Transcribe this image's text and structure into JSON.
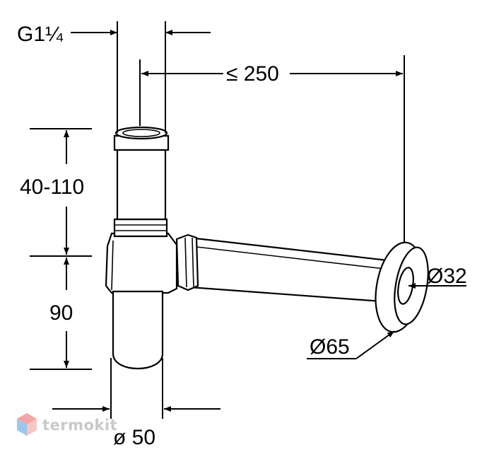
{
  "dimensions": {
    "thread": "G1¼",
    "reach": "≤ 250",
    "height_adjust": "40-110",
    "trap_height": "90",
    "pipe_diameter": "ø 50",
    "outlet_inner": "Ø32",
    "rosette_outer": "Ø65"
  },
  "watermark": {
    "text": "termokit",
    "colors": {
      "top": "#f4a5a5",
      "left": "#9cc7ee",
      "right": "#f7c6c6",
      "text": "#c9c9c9"
    }
  },
  "colors": {
    "line": "#000000",
    "background": "#ffffff"
  }
}
